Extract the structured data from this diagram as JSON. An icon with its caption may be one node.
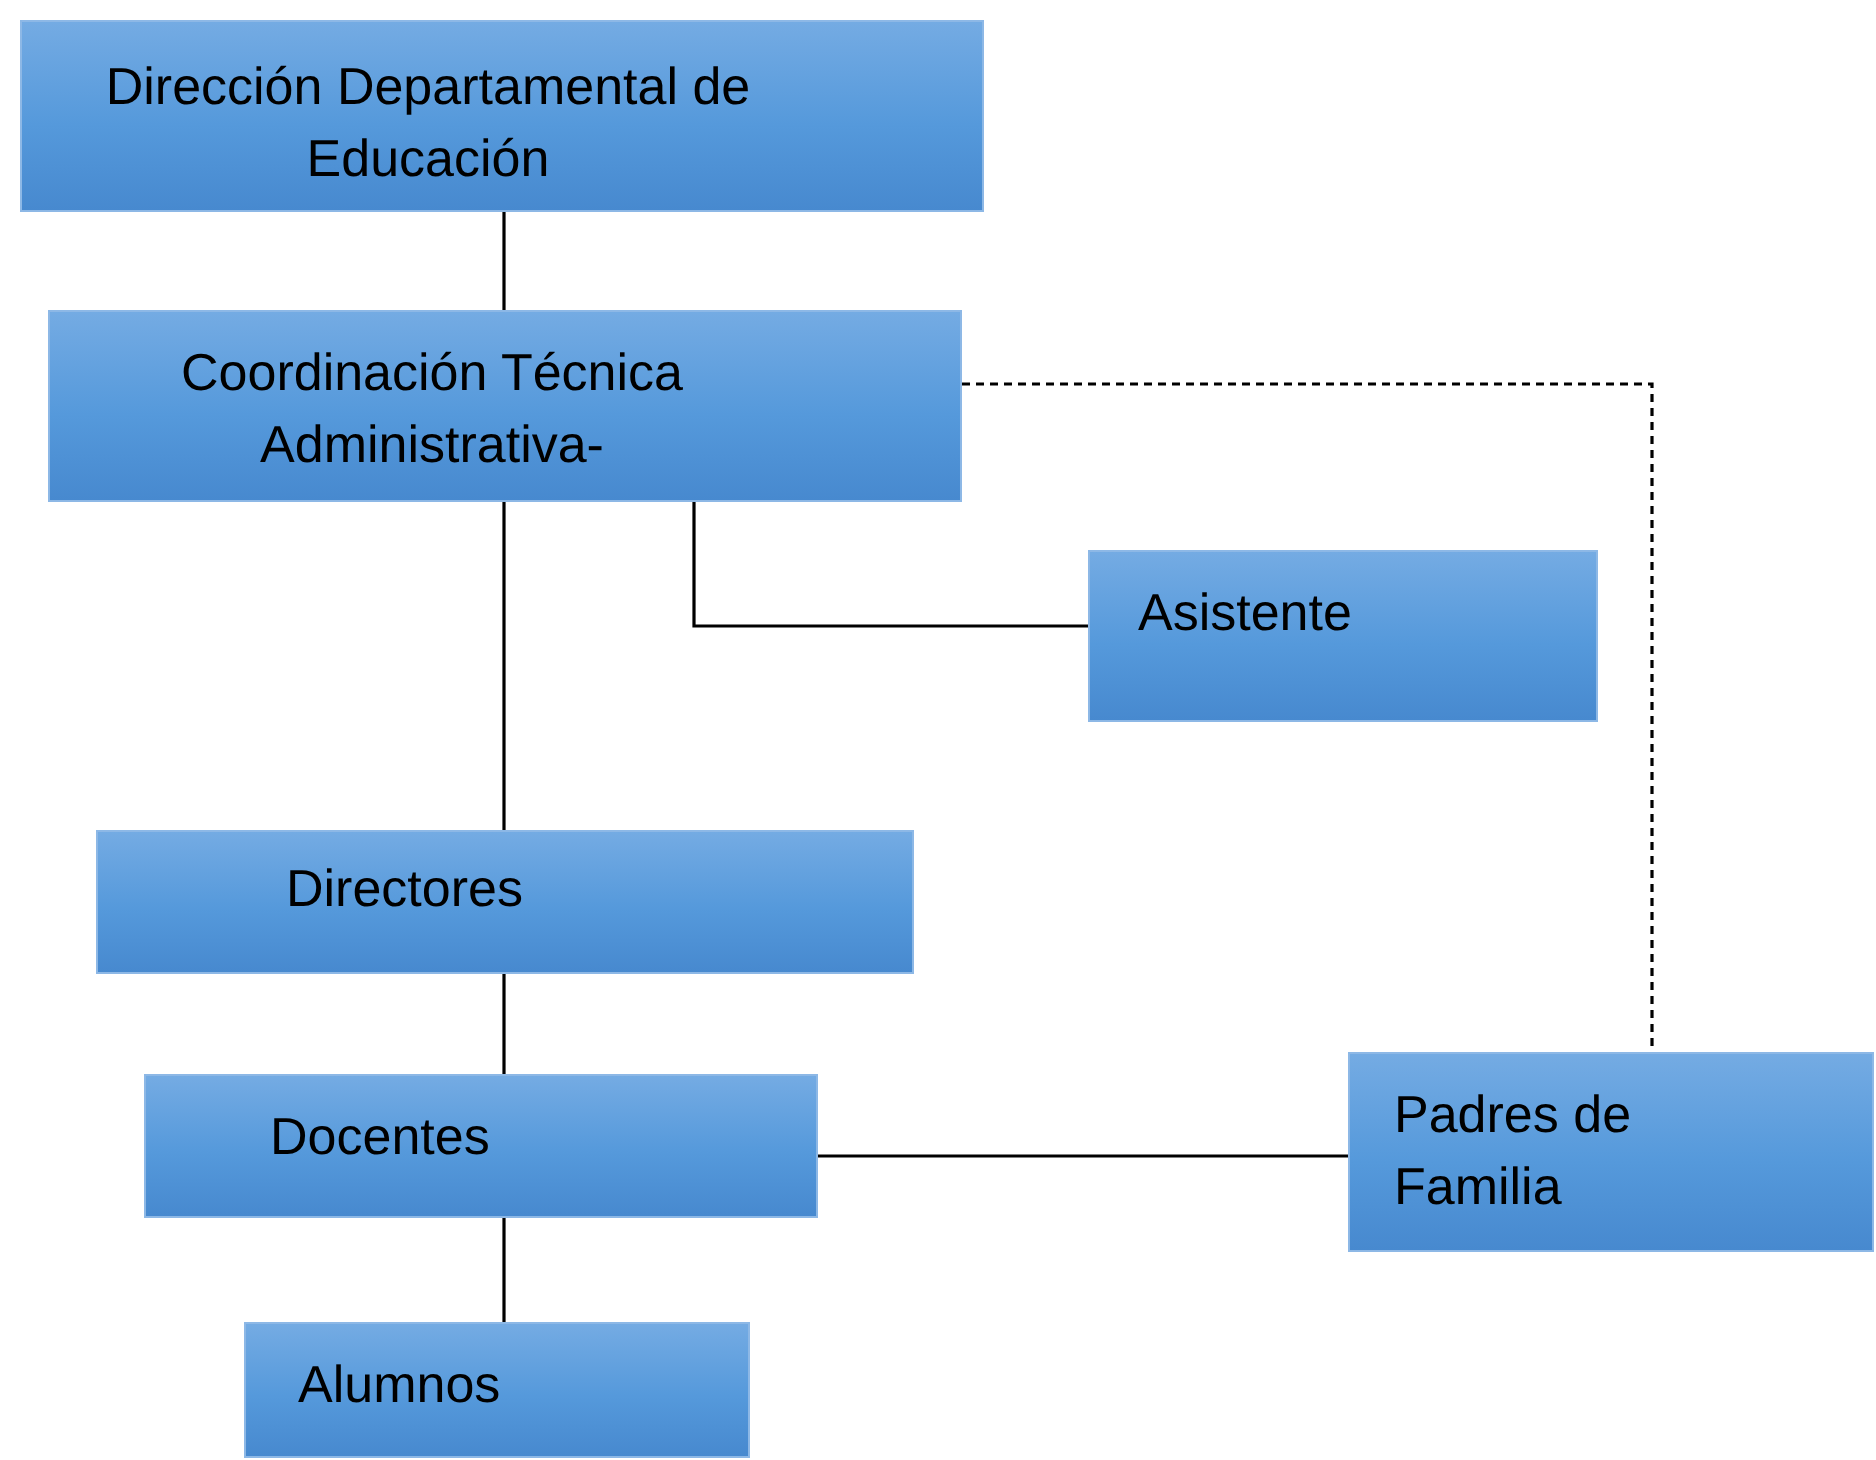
{
  "diagram": {
    "nodes": [
      {
        "text": [
          "Dirección Departamental de Educación"
        ]
      },
      {
        "text": [
          "Coordinación Técnica Administrativa-"
        ]
      },
      {
        "text": [
          "Asistente"
        ]
      },
      {
        "text": [
          "Directores"
        ]
      },
      {
        "text": [
          "Docentes"
        ]
      },
      {
        "text": [
          "Padres de Familia"
        ]
      },
      {
        "text": [
          "Alumnos"
        ]
      }
    ],
    "edges": [
      {
        "from": 0,
        "to": 1,
        "arrow": "none"
      },
      {
        "from": 1,
        "to": 2,
        "arrow": "none"
      },
      {
        "from": 1,
        "to": 5,
        "arrow": "none",
        "style": "dashed"
      },
      {
        "from": 1,
        "to": 3,
        "arrow": "none"
      },
      {
        "from": 3,
        "to": 4,
        "arrow": "none"
      },
      {
        "from": 4,
        "to": 6,
        "arrow": "none"
      },
      {
        "from": 4,
        "to": 5,
        "arrow": "none"
      }
    ]
  }
}
